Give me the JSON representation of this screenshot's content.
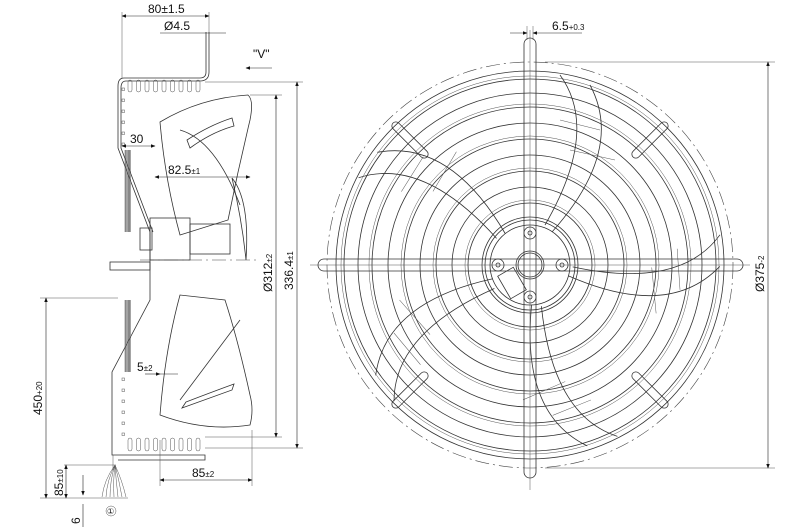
{
  "side_view": {
    "dim_width_top": "80±1.5",
    "dim_hole": "Ø4.5",
    "view_label": "\"V\"",
    "dim_30": "30",
    "dim_82_5": "82.5",
    "dim_82_5_tol": "±1",
    "dim_312": "Ø312",
    "dim_312_tol": "±2",
    "dim_336_4": "336.4",
    "dim_336_4_tol": "±1",
    "dim_5": "5",
    "dim_5_tol": "±2",
    "dim_450": "450",
    "dim_450_tol": "+20",
    "dim_85_cable": "85",
    "dim_85_cable_tol": "±10",
    "dim_6": "6",
    "dim_85": "85",
    "dim_85_tol": "±2",
    "callout": "①"
  },
  "front_view": {
    "dim_slot": "6.5",
    "dim_slot_tol": "+0.3",
    "dim_375": "Ø375",
    "dim_375_tol": "-2"
  }
}
